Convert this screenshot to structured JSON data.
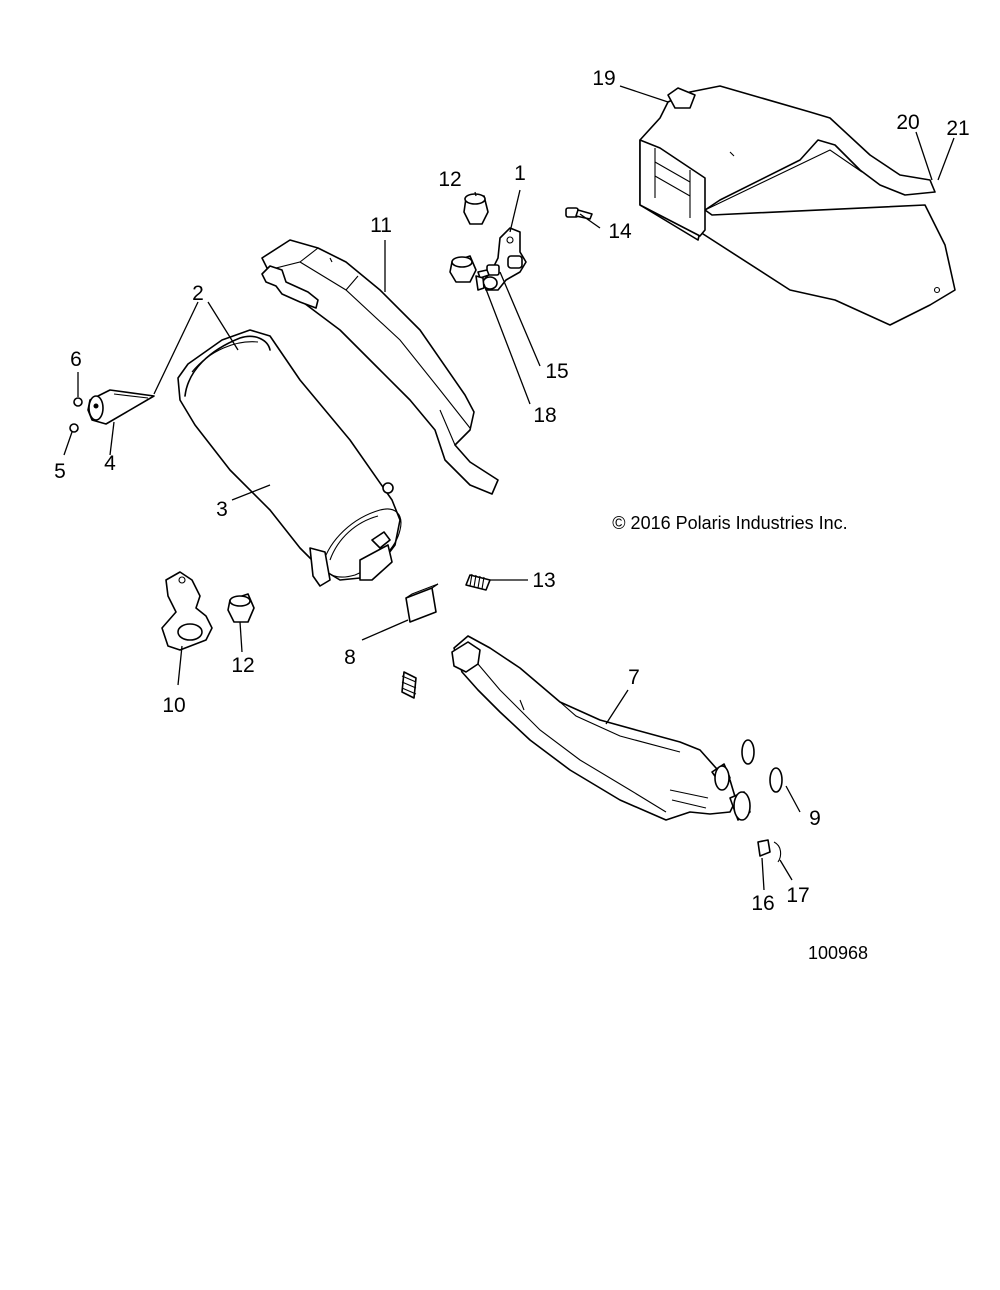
{
  "diagram": {
    "copyright": "© 2016 Polaris Industries Inc.",
    "figure_id": "100968",
    "callouts": {
      "c1": "1",
      "c2": "2",
      "c3": "3",
      "c4": "4",
      "c5": "5",
      "c6": "6",
      "c7": "7",
      "c8": "8",
      "c9": "9",
      "c10": "10",
      "c11": "11",
      "c12a": "12",
      "c12b": "12",
      "c13": "13",
      "c14": "14",
      "c15": "15",
      "c16": "16",
      "c17": "17",
      "c18": "18",
      "c19": "19",
      "c20": "20",
      "c21": "21"
    }
  }
}
